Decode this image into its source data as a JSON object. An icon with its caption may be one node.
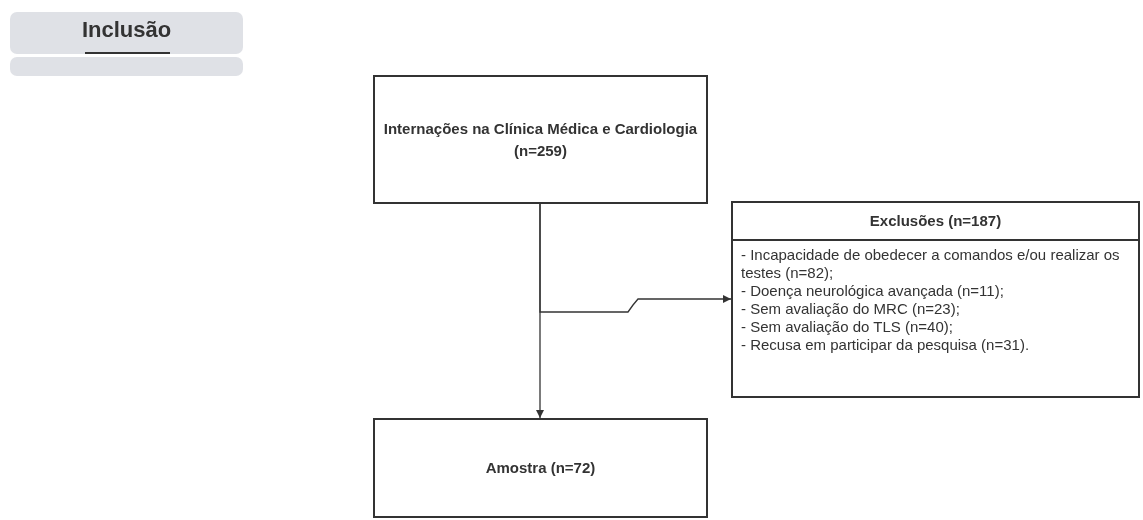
{
  "diagram": {
    "nodes": [
      {
        "text": [
          "Inclusão"
        ]
      },
      {
        "text": [
          "Internações na Clínica Médica e Cardiologia (n=259)"
        ]
      },
      {
        "text": [
          "Exclusões (n=187)",
          "- Incapacidade de obedecer a comandos e/ou realizar os testes (n=82);",
          "- Doença neurológica avançada (n=11);",
          "- Sem avaliação do MRC (n=23);",
          "- Sem avaliação do TLS (n=40);",
          "- Recusa em participar da pesquisa (n=31)."
        ]
      },
      {
        "text": [
          "Amostra (n=72)"
        ]
      }
    ],
    "edges": [
      {
        "from": 1,
        "to": 3,
        "arrow": "to"
      },
      {
        "from": 1,
        "to": 2,
        "arrow": "to"
      }
    ]
  }
}
